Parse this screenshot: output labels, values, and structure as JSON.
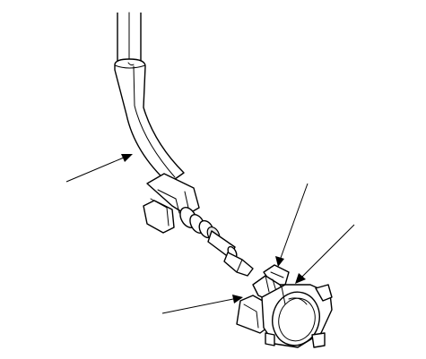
{
  "figure": {
    "type": "exploded-parts-illustration",
    "parts": [
      "hose",
      "hose-end-connector",
      "fitting-spigot",
      "quick-connect-clip",
      "quick-connector-housing"
    ],
    "callouts": 4,
    "ink_color": "#000000",
    "background_color": "#ffffff"
  }
}
